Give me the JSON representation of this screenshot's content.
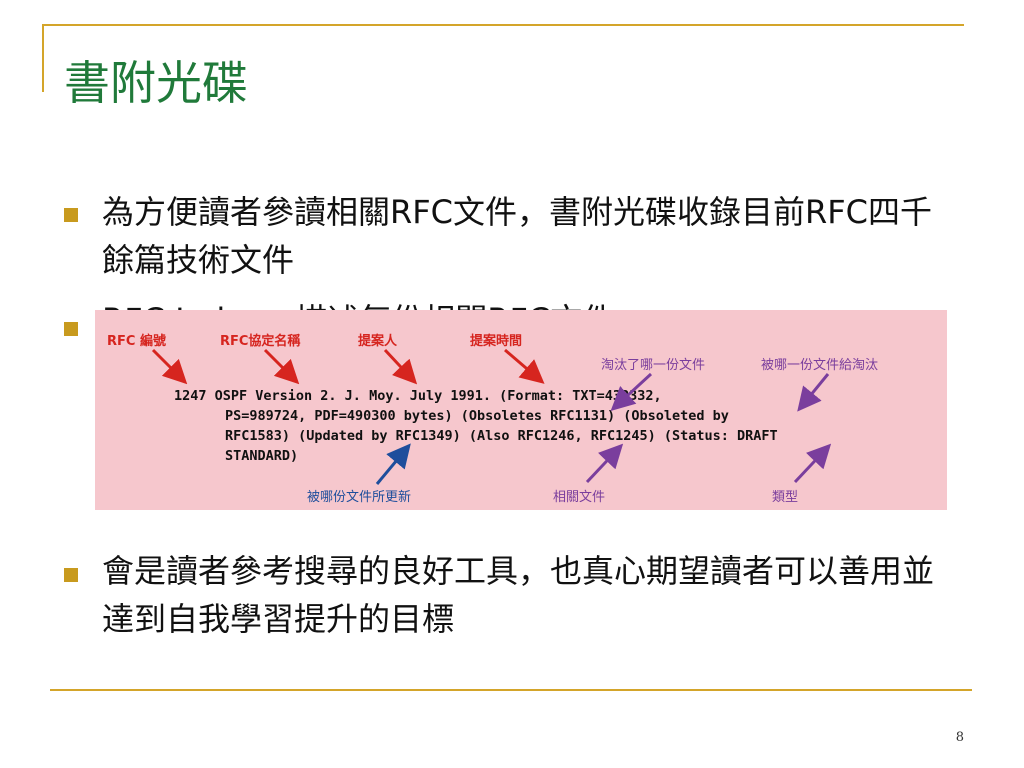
{
  "slide": {
    "title": "書附光碟",
    "bullets": [
      "為方便讀者參讀相關RFC文件，書附光碟收錄目前RFC四千餘篇技術文件",
      "RFC Index，描述每份相關RFC文件",
      "會是讀者參考搜尋的良好工具，也真心期望讀者可以善用並達到自我學習提升的目標"
    ],
    "page_number": "8"
  },
  "figure": {
    "labels": {
      "rfc_number": "RFC 編號",
      "rfc_name": "RFC協定名稱",
      "proposer": "提案人",
      "proposal_time": "提案時間",
      "obsoletes": "淘汰了哪一份文件",
      "obsoleted_by": "被哪一份文件給淘汰",
      "updated_by": "被哪份文件所更新",
      "related": "相關文件",
      "type": "類型"
    },
    "code_lines": [
      "1247 OSPF Version 2. J. Moy. July 1991. (Format: TXT=433332,",
      "PS=989724, PDF=490300 bytes) (Obsoletes RFC1131) (Obsoleted by",
      "RFC1583) (Updated by RFC1349) (Also RFC1246, RFC1245) (Status: DRAFT",
      "STANDARD)"
    ],
    "colors": {
      "background": "#F6C7CD",
      "red_label": "#D6251F",
      "purple_label": "#7A3E9D",
      "blue_label": "#1E4E9C"
    }
  }
}
